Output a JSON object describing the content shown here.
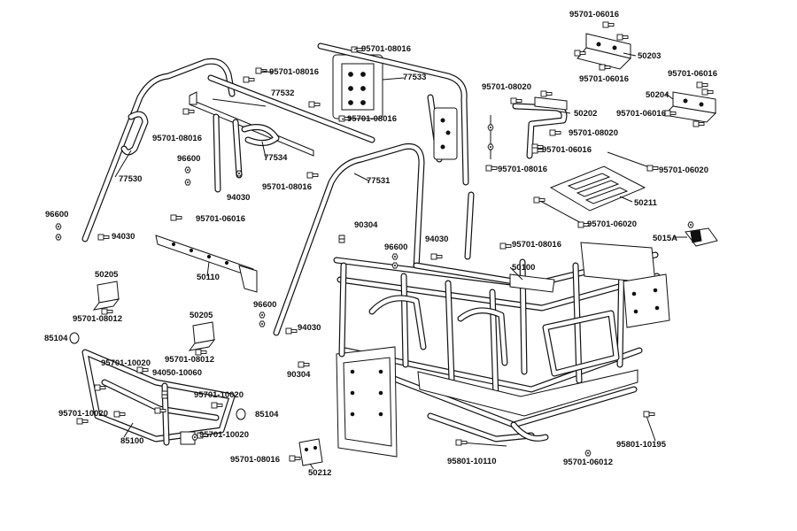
{
  "diagram": {
    "parts": [
      {
        "id": "p01",
        "label": "95701-06016"
      },
      {
        "id": "p02",
        "label": "50203"
      },
      {
        "id": "p03",
        "label": "95701-06016"
      },
      {
        "id": "p04",
        "label": "95701-06016"
      },
      {
        "id": "p05",
        "label": "50204"
      },
      {
        "id": "p06",
        "label": "95701-06016"
      },
      {
        "id": "p07",
        "label": "95701-08016"
      },
      {
        "id": "p08",
        "label": "95701-08016"
      },
      {
        "id": "p09",
        "label": "77533"
      },
      {
        "id": "p10",
        "label": "95701-08020"
      },
      {
        "id": "p11",
        "label": "50202"
      },
      {
        "id": "p12",
        "label": "95701-08020"
      },
      {
        "id": "p13",
        "label": "77532"
      },
      {
        "id": "p14",
        "label": "95701-08016"
      },
      {
        "id": "p15",
        "label": "95701-08016"
      },
      {
        "id": "p16",
        "label": "95701-06016"
      },
      {
        "id": "p17",
        "label": "95701-06020"
      },
      {
        "id": "p18",
        "label": "95701-08016"
      },
      {
        "id": "p19",
        "label": "77534"
      },
      {
        "id": "p20",
        "label": "96600"
      },
      {
        "id": "p21",
        "label": "77531"
      },
      {
        "id": "p22",
        "label": "77530"
      },
      {
        "id": "p23",
        "label": "94030"
      },
      {
        "id": "p24",
        "label": "95701-08016"
      },
      {
        "id": "p25",
        "label": "50211"
      },
      {
        "id": "p26",
        "label": "96600"
      },
      {
        "id": "p27",
        "label": "95701-06016"
      },
      {
        "id": "p28",
        "label": "95701-06020"
      },
      {
        "id": "p29",
        "label": "94030"
      },
      {
        "id": "p30",
        "label": "90304"
      },
      {
        "id": "p31",
        "label": "94030"
      },
      {
        "id": "p32",
        "label": "5015A"
      },
      {
        "id": "p33",
        "label": "96600"
      },
      {
        "id": "p34",
        "label": "95701-08016"
      },
      {
        "id": "p35",
        "label": "50110"
      },
      {
        "id": "p36",
        "label": "50100"
      },
      {
        "id": "p37",
        "label": "50205"
      },
      {
        "id": "p38",
        "label": "95701-08012"
      },
      {
        "id": "p39",
        "label": "96600"
      },
      {
        "id": "p40",
        "label": "50205"
      },
      {
        "id": "p41",
        "label": "94030"
      },
      {
        "id": "p42",
        "label": "85104"
      },
      {
        "id": "p43",
        "label": "95701-08012"
      },
      {
        "id": "p44",
        "label": "95701-10020"
      },
      {
        "id": "p45",
        "label": "90304"
      },
      {
        "id": "p46",
        "label": "94050-10060"
      },
      {
        "id": "p47",
        "label": "95701-10020"
      },
      {
        "id": "p48",
        "label": "95701-10020"
      },
      {
        "id": "p49",
        "label": "85104"
      },
      {
        "id": "p50",
        "label": "85100"
      },
      {
        "id": "p51",
        "label": "95701-10020"
      },
      {
        "id": "p52",
        "label": "95701-08016"
      },
      {
        "id": "p53",
        "label": "95801-10110"
      },
      {
        "id": "p54",
        "label": "95801-10195"
      },
      {
        "id": "p55",
        "label": "50212"
      },
      {
        "id": "p56",
        "label": "95701-06012"
      }
    ]
  }
}
